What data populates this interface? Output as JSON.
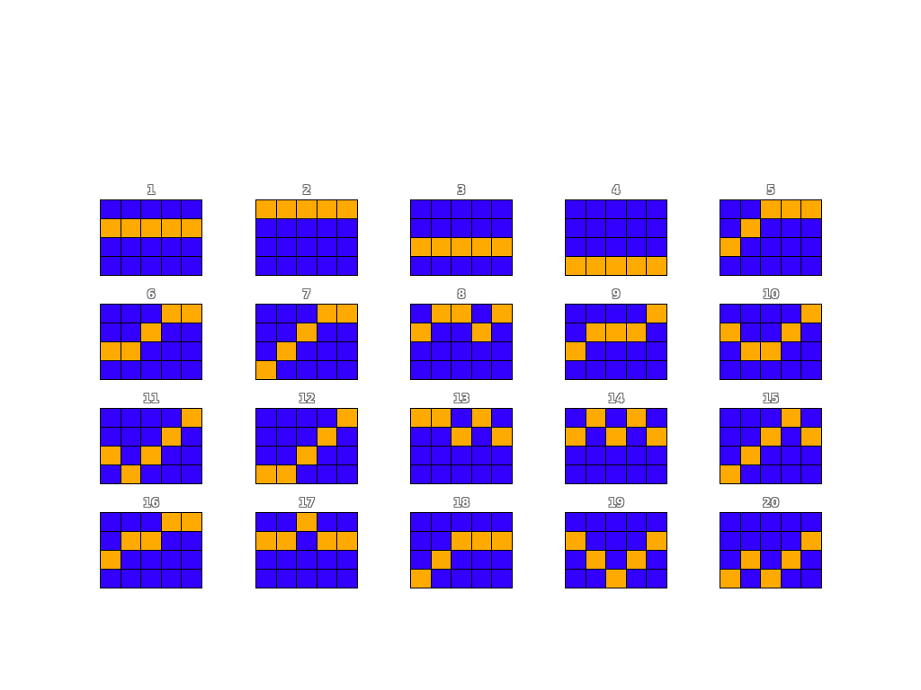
{
  "colors": {
    "off": "#3300ff",
    "on": "#ffaa00",
    "grid_line": "#000000",
    "background": "#ffffff"
  },
  "panels": [
    {
      "title": "1",
      "cells": [
        [
          0,
          0,
          0,
          0,
          0
        ],
        [
          1,
          1,
          1,
          1,
          1
        ],
        [
          0,
          0,
          0,
          0,
          0
        ],
        [
          0,
          0,
          0,
          0,
          0
        ]
      ]
    },
    {
      "title": "2",
      "cells": [
        [
          1,
          1,
          1,
          1,
          1
        ],
        [
          0,
          0,
          0,
          0,
          0
        ],
        [
          0,
          0,
          0,
          0,
          0
        ],
        [
          0,
          0,
          0,
          0,
          0
        ]
      ]
    },
    {
      "title": "3",
      "cells": [
        [
          0,
          0,
          0,
          0,
          0
        ],
        [
          0,
          0,
          0,
          0,
          0
        ],
        [
          1,
          1,
          1,
          1,
          1
        ],
        [
          0,
          0,
          0,
          0,
          0
        ]
      ]
    },
    {
      "title": "4",
      "cells": [
        [
          0,
          0,
          0,
          0,
          0
        ],
        [
          0,
          0,
          0,
          0,
          0
        ],
        [
          0,
          0,
          0,
          0,
          0
        ],
        [
          1,
          1,
          1,
          1,
          1
        ]
      ]
    },
    {
      "title": "5",
      "cells": [
        [
          0,
          0,
          1,
          1,
          1
        ],
        [
          0,
          1,
          0,
          0,
          0
        ],
        [
          1,
          0,
          0,
          0,
          0
        ],
        [
          0,
          0,
          0,
          0,
          0
        ]
      ]
    },
    {
      "title": "6",
      "cells": [
        [
          0,
          0,
          0,
          1,
          1
        ],
        [
          0,
          0,
          1,
          0,
          0
        ],
        [
          1,
          1,
          0,
          0,
          0
        ],
        [
          0,
          0,
          0,
          0,
          0
        ]
      ]
    },
    {
      "title": "7",
      "cells": [
        [
          0,
          0,
          0,
          1,
          1
        ],
        [
          0,
          0,
          1,
          0,
          0
        ],
        [
          0,
          1,
          0,
          0,
          0
        ],
        [
          1,
          0,
          0,
          0,
          0
        ]
      ]
    },
    {
      "title": "8",
      "cells": [
        [
          0,
          1,
          1,
          0,
          1
        ],
        [
          1,
          0,
          0,
          1,
          0
        ],
        [
          0,
          0,
          0,
          0,
          0
        ],
        [
          0,
          0,
          0,
          0,
          0
        ]
      ]
    },
    {
      "title": "9",
      "cells": [
        [
          0,
          0,
          0,
          0,
          1
        ],
        [
          0,
          1,
          1,
          1,
          0
        ],
        [
          1,
          0,
          0,
          0,
          0
        ],
        [
          0,
          0,
          0,
          0,
          0
        ]
      ]
    },
    {
      "title": "10",
      "cells": [
        [
          0,
          0,
          0,
          0,
          1
        ],
        [
          1,
          0,
          0,
          1,
          0
        ],
        [
          0,
          1,
          1,
          0,
          0
        ],
        [
          0,
          0,
          0,
          0,
          0
        ]
      ]
    },
    {
      "title": "11",
      "cells": [
        [
          0,
          0,
          0,
          0,
          1
        ],
        [
          0,
          0,
          0,
          1,
          0
        ],
        [
          1,
          0,
          1,
          0,
          0
        ],
        [
          0,
          1,
          0,
          0,
          0
        ]
      ]
    },
    {
      "title": "12",
      "cells": [
        [
          0,
          0,
          0,
          0,
          1
        ],
        [
          0,
          0,
          0,
          1,
          0
        ],
        [
          0,
          0,
          1,
          0,
          0
        ],
        [
          1,
          1,
          0,
          0,
          0
        ]
      ]
    },
    {
      "title": "13",
      "cells": [
        [
          1,
          1,
          0,
          1,
          0
        ],
        [
          0,
          0,
          1,
          0,
          1
        ],
        [
          0,
          0,
          0,
          0,
          0
        ],
        [
          0,
          0,
          0,
          0,
          0
        ]
      ]
    },
    {
      "title": "14",
      "cells": [
        [
          0,
          1,
          0,
          1,
          0
        ],
        [
          1,
          0,
          1,
          0,
          1
        ],
        [
          0,
          0,
          0,
          0,
          0
        ],
        [
          0,
          0,
          0,
          0,
          0
        ]
      ]
    },
    {
      "title": "15",
      "cells": [
        [
          0,
          0,
          0,
          1,
          0
        ],
        [
          0,
          0,
          1,
          0,
          1
        ],
        [
          0,
          1,
          0,
          0,
          0
        ],
        [
          1,
          0,
          0,
          0,
          0
        ]
      ]
    },
    {
      "title": "16",
      "cells": [
        [
          0,
          0,
          0,
          1,
          1
        ],
        [
          0,
          1,
          1,
          0,
          0
        ],
        [
          1,
          0,
          0,
          0,
          0
        ],
        [
          0,
          0,
          0,
          0,
          0
        ]
      ]
    },
    {
      "title": "17",
      "cells": [
        [
          0,
          0,
          1,
          0,
          0
        ],
        [
          1,
          1,
          0,
          1,
          1
        ],
        [
          0,
          0,
          0,
          0,
          0
        ],
        [
          0,
          0,
          0,
          0,
          0
        ]
      ]
    },
    {
      "title": "18",
      "cells": [
        [
          0,
          0,
          0,
          0,
          0
        ],
        [
          0,
          0,
          1,
          1,
          1
        ],
        [
          0,
          1,
          0,
          0,
          0
        ],
        [
          1,
          0,
          0,
          0,
          0
        ]
      ]
    },
    {
      "title": "19",
      "cells": [
        [
          0,
          0,
          0,
          0,
          0
        ],
        [
          1,
          0,
          0,
          0,
          1
        ],
        [
          0,
          1,
          0,
          1,
          0
        ],
        [
          0,
          0,
          1,
          0,
          0
        ]
      ]
    },
    {
      "title": "20",
      "cells": [
        [
          0,
          0,
          0,
          0,
          0
        ],
        [
          0,
          0,
          0,
          0,
          1
        ],
        [
          0,
          1,
          0,
          1,
          0
        ],
        [
          1,
          0,
          1,
          0,
          0
        ]
      ]
    }
  ]
}
